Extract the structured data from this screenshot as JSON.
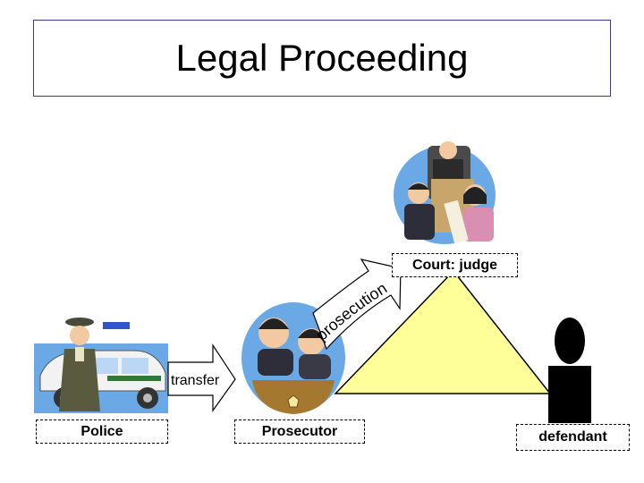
{
  "title": "Legal Proceeding",
  "labels": {
    "court": "Court: judge",
    "police": "Police",
    "prosecutor": "Prosecutor",
    "defendant": "defendant"
  },
  "arrows": {
    "transfer": "transfer",
    "prosecution": "prosecution"
  },
  "colors": {
    "triangle_fill": "#ffff99",
    "arrow_fill": "#ffffff",
    "title_border": "#3a3a8c",
    "clipart_bg": "#6aa9e6"
  },
  "icons": [
    "police-car-clipart",
    "prosecutor-clipart",
    "court-judge-clipart",
    "defendant-silhouette-icon"
  ]
}
